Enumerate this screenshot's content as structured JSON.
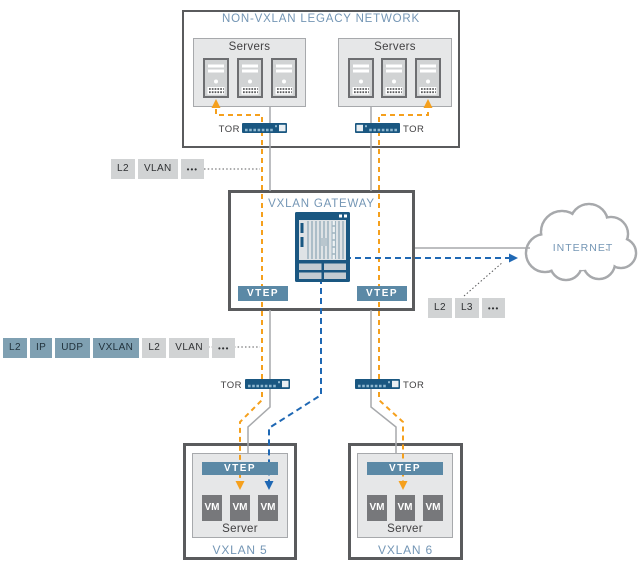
{
  "colors": {
    "accent_title": "#7496b5",
    "steel_vtep": "#5b89a6",
    "steel_tag": "#7fa0b2",
    "orange_flow": "#f5a01d",
    "blue_tunnel": "#1f68b4",
    "gray_link": "#a7a9ac",
    "navy_device": "#1a5781",
    "box_border": "#5a5b5d",
    "panel_gray": "#e6e7e8",
    "tag_gray": "#d1d3d4",
    "vm_gray": "#77787b"
  },
  "legacy": {
    "title": "NON-VXLAN LEGACY NETWORK",
    "groups": [
      {
        "label": "Servers"
      },
      {
        "label": "Servers"
      }
    ],
    "tor_left": "TOR",
    "tor_right": "TOR"
  },
  "gateway": {
    "title": "VXLAN GATEWAY",
    "vteps": [
      "VTEP",
      "VTEP"
    ]
  },
  "internet": {
    "label": "INTERNET"
  },
  "tag_rows": {
    "vlan": [
      "L2",
      "VLAN",
      "•••"
    ],
    "vxlan": [
      {
        "label": "L2"
      },
      {
        "label": "IP"
      },
      {
        "label": "UDP"
      },
      {
        "label": "VXLAN"
      },
      {
        "label": "L2"
      },
      {
        "label": "VLAN"
      },
      {
        "label": "•••"
      }
    ],
    "l3": [
      "L2",
      "L3",
      "•••"
    ]
  },
  "bottom": {
    "tor_left": "TOR",
    "tor_right": "TOR",
    "segments": [
      {
        "title": "VXLAN 5",
        "vtep": "VTEP",
        "server_label": "Server",
        "vms": [
          "VM",
          "VM",
          "VM"
        ]
      },
      {
        "title": "VXLAN 6",
        "vtep": "VTEP",
        "server_label": "Server",
        "vms": [
          "VM",
          "VM",
          "VM"
        ]
      }
    ]
  }
}
